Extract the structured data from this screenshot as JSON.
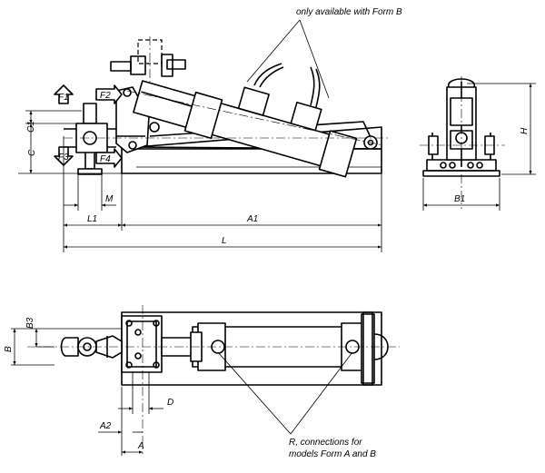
{
  "note_top": "only available with Form B",
  "note_bottom_line1": "R, connections for",
  "note_bottom_line2": "models Form A and B",
  "forces": {
    "f1": "F1",
    "f2": "F2",
    "f3": "F3",
    "f4": "F4"
  },
  "dims": {
    "c1": "C1",
    "c": "C",
    "m": "M",
    "l1": "L1",
    "a1": "A1",
    "l": "L",
    "h": "H",
    "b1": "B1",
    "b3": "B3",
    "b": "B",
    "d": "D",
    "a2": "A2",
    "a": "A"
  }
}
